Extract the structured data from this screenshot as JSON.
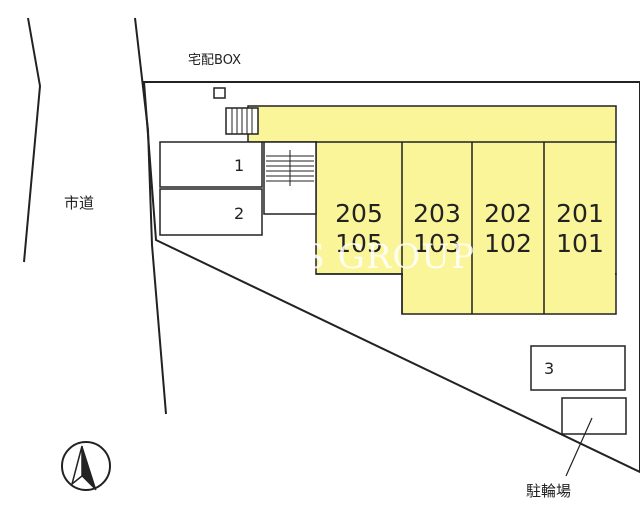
{
  "map": {
    "road_label": "市道",
    "delivery_box_label": "宅配BOX",
    "bicycle_parking_label": "駐輪場",
    "watermark": "AS GROUP",
    "compass": "north-arrow-icon",
    "colors": {
      "building": "#fbf59a",
      "line": "#222222",
      "background": "#ffffff"
    },
    "parking_lots": [
      {
        "number": "1"
      },
      {
        "number": "2"
      },
      {
        "number": "3"
      }
    ],
    "units": [
      {
        "upper": "205",
        "lower": "105"
      },
      {
        "upper": "203",
        "lower": "103"
      },
      {
        "upper": "202",
        "lower": "102"
      },
      {
        "upper": "201",
        "lower": "101"
      }
    ]
  }
}
